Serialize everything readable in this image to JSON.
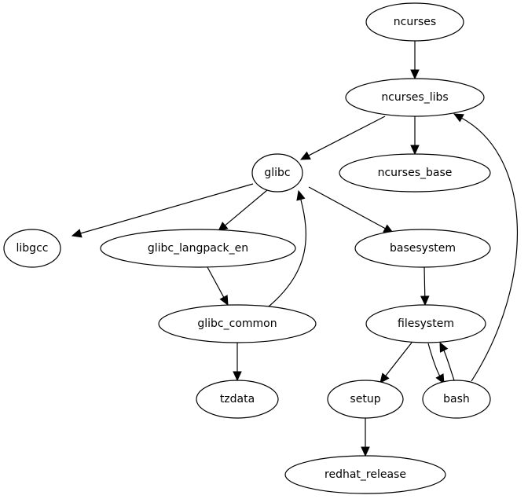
{
  "diagram": {
    "type": "directed-graph",
    "nodes": [
      {
        "id": "ncurses",
        "label": "ncurses"
      },
      {
        "id": "ncurses_libs",
        "label": "ncurses_libs"
      },
      {
        "id": "glibc",
        "label": "glibc"
      },
      {
        "id": "ncurses_base",
        "label": "ncurses_base"
      },
      {
        "id": "libgcc",
        "label": "libgcc"
      },
      {
        "id": "glibc_langpack_en",
        "label": "glibc_langpack_en"
      },
      {
        "id": "basesystem",
        "label": "basesystem"
      },
      {
        "id": "glibc_common",
        "label": "glibc_common"
      },
      {
        "id": "filesystem",
        "label": "filesystem"
      },
      {
        "id": "tzdata",
        "label": "tzdata"
      },
      {
        "id": "setup",
        "label": "setup"
      },
      {
        "id": "bash",
        "label": "bash"
      },
      {
        "id": "redhat_release",
        "label": "redhat_release"
      }
    ],
    "edges": [
      {
        "from": "ncurses",
        "to": "ncurses_libs"
      },
      {
        "from": "ncurses_libs",
        "to": "glibc"
      },
      {
        "from": "ncurses_libs",
        "to": "ncurses_base"
      },
      {
        "from": "glibc",
        "to": "libgcc"
      },
      {
        "from": "glibc",
        "to": "glibc_langpack_en"
      },
      {
        "from": "glibc",
        "to": "basesystem"
      },
      {
        "from": "glibc_langpack_en",
        "to": "glibc_common"
      },
      {
        "from": "glibc_common",
        "to": "glibc"
      },
      {
        "from": "glibc_common",
        "to": "tzdata"
      },
      {
        "from": "basesystem",
        "to": "filesystem"
      },
      {
        "from": "filesystem",
        "to": "setup"
      },
      {
        "from": "filesystem",
        "to": "bash"
      },
      {
        "from": "bash",
        "to": "filesystem"
      },
      {
        "from": "bash",
        "to": "ncurses_libs"
      },
      {
        "from": "setup",
        "to": "redhat_release"
      }
    ]
  }
}
